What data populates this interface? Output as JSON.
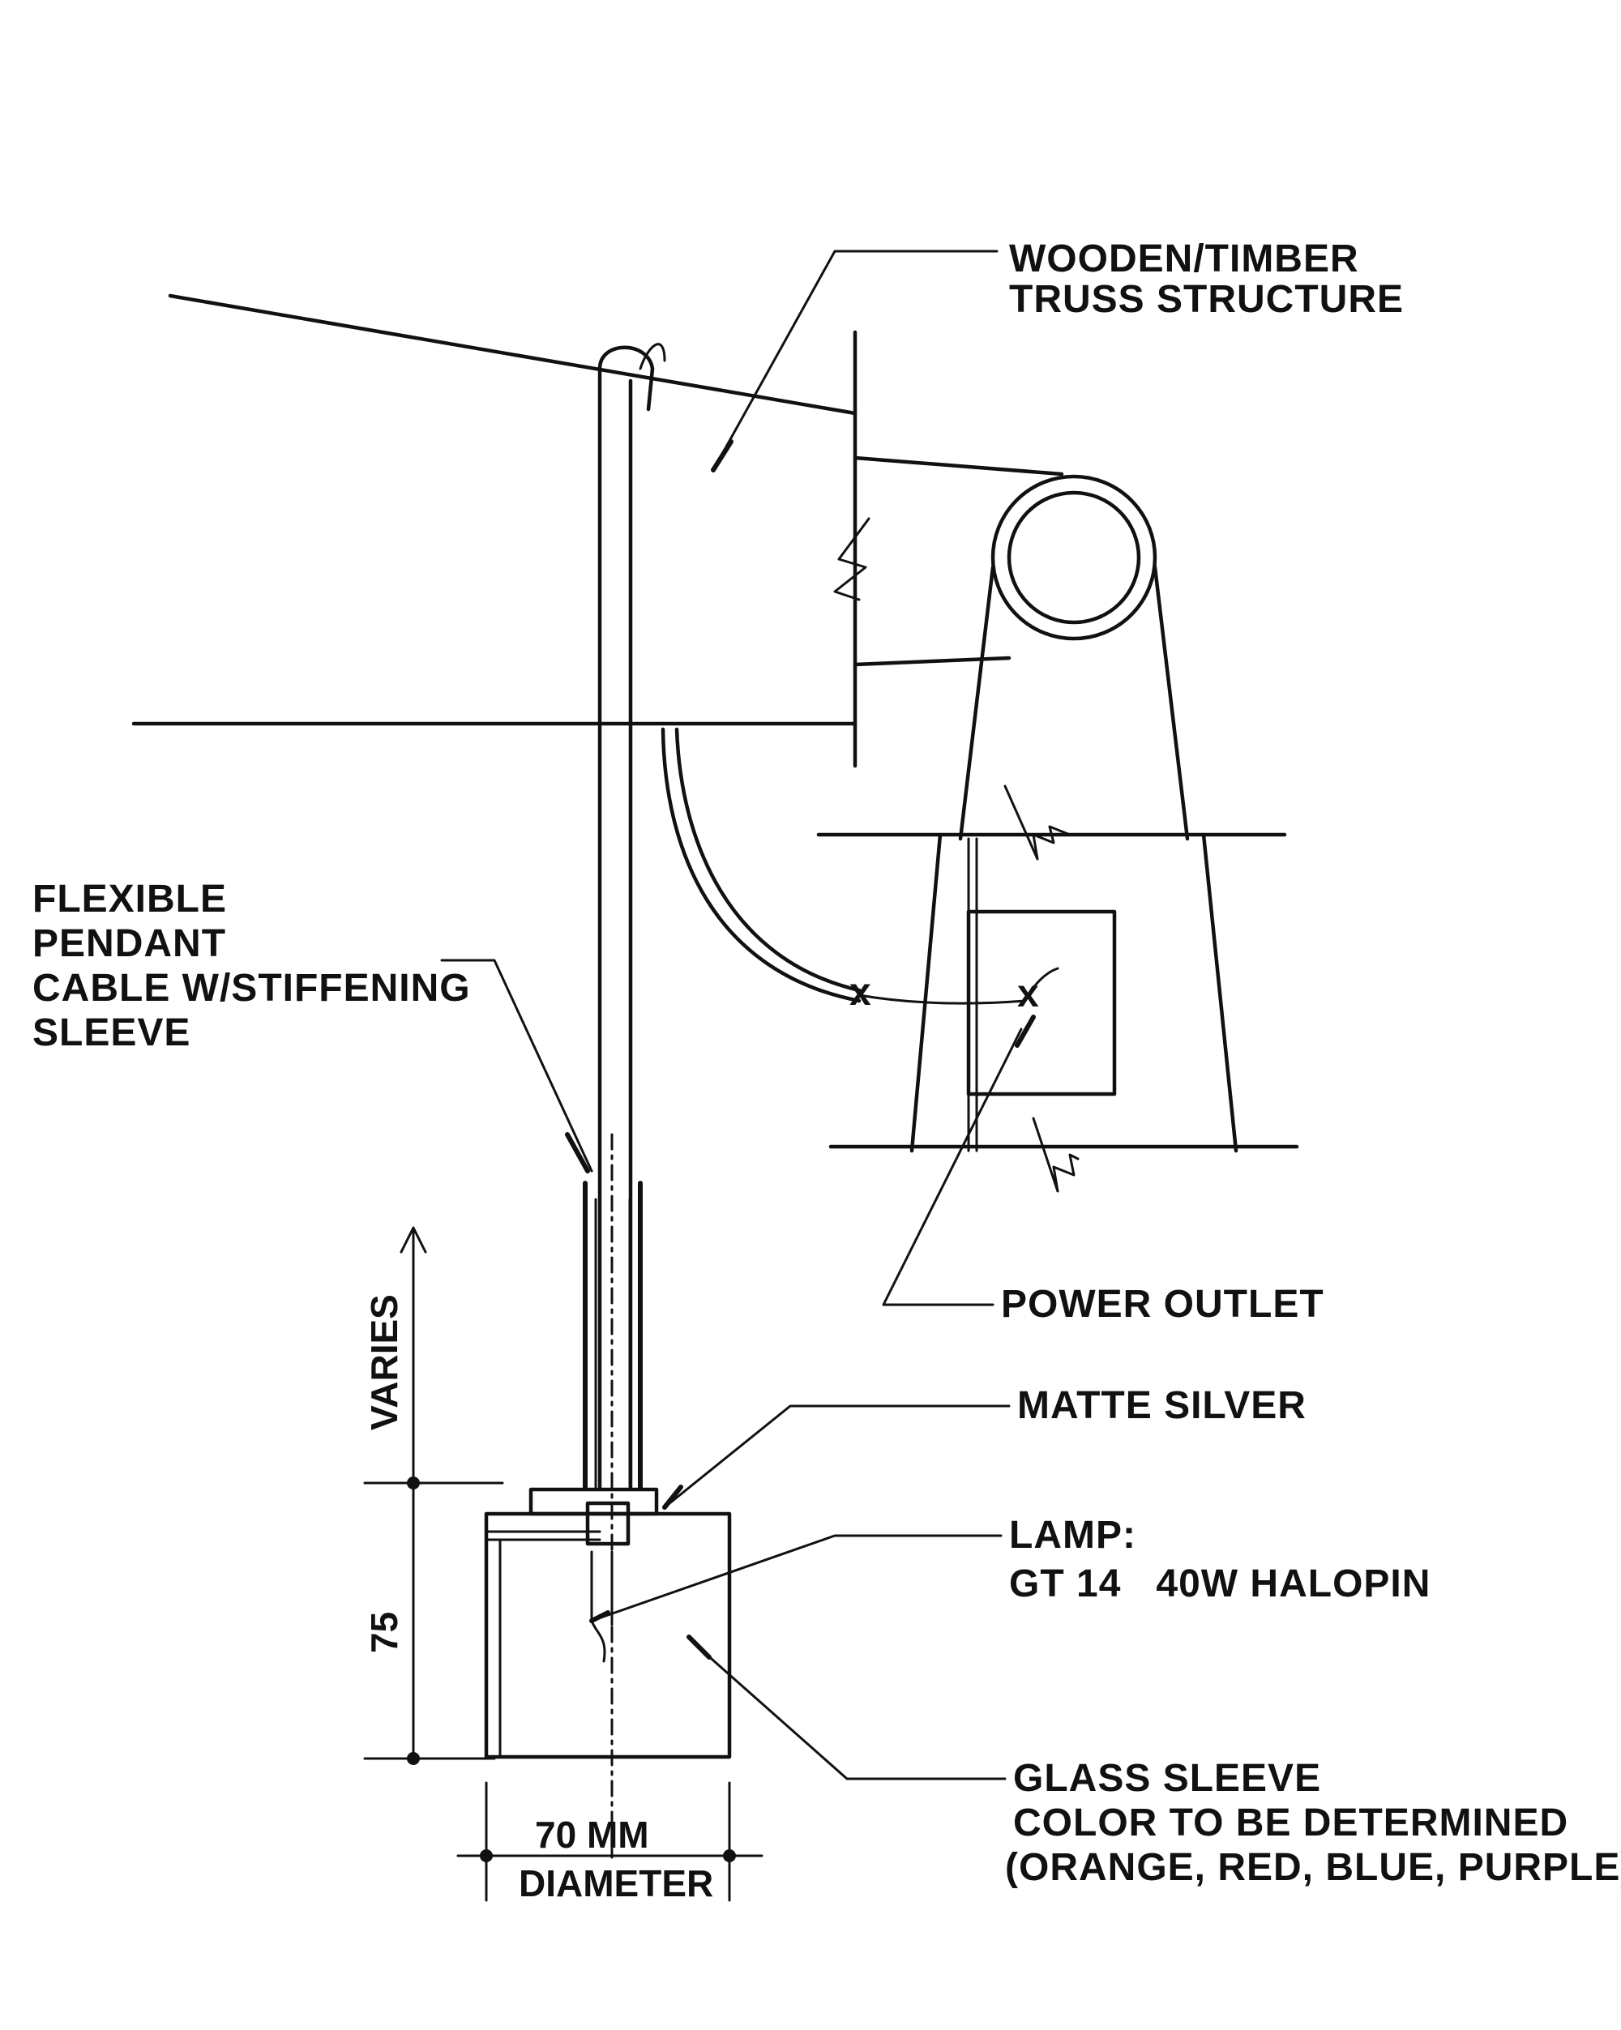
{
  "labels": {
    "truss_line1": "WOODEN/TIMBER",
    "truss_line2": "TRUSS STRUCTURE",
    "cable_line1": "FLEXIBLE",
    "cable_line2": "PENDANT",
    "cable_line3": "CABLE W/STIFFENING",
    "cable_line4": "SLEEVE",
    "power_outlet": "POWER OUTLET",
    "matte_silver": "MATTE SILVER",
    "lamp_line1": "LAMP:",
    "lamp_line2": "GT 14   40W HALOPIN",
    "glass_line1": "GLASS SLEEVE",
    "glass_line2": "COLOR TO BE DETERMINED",
    "glass_line3": "(ORANGE, RED, BLUE, PURPLE)"
  },
  "dimensions": {
    "varies": "VARIES",
    "height": "75",
    "width_line1": "70 MM",
    "width_line2": "DIAMETER"
  }
}
